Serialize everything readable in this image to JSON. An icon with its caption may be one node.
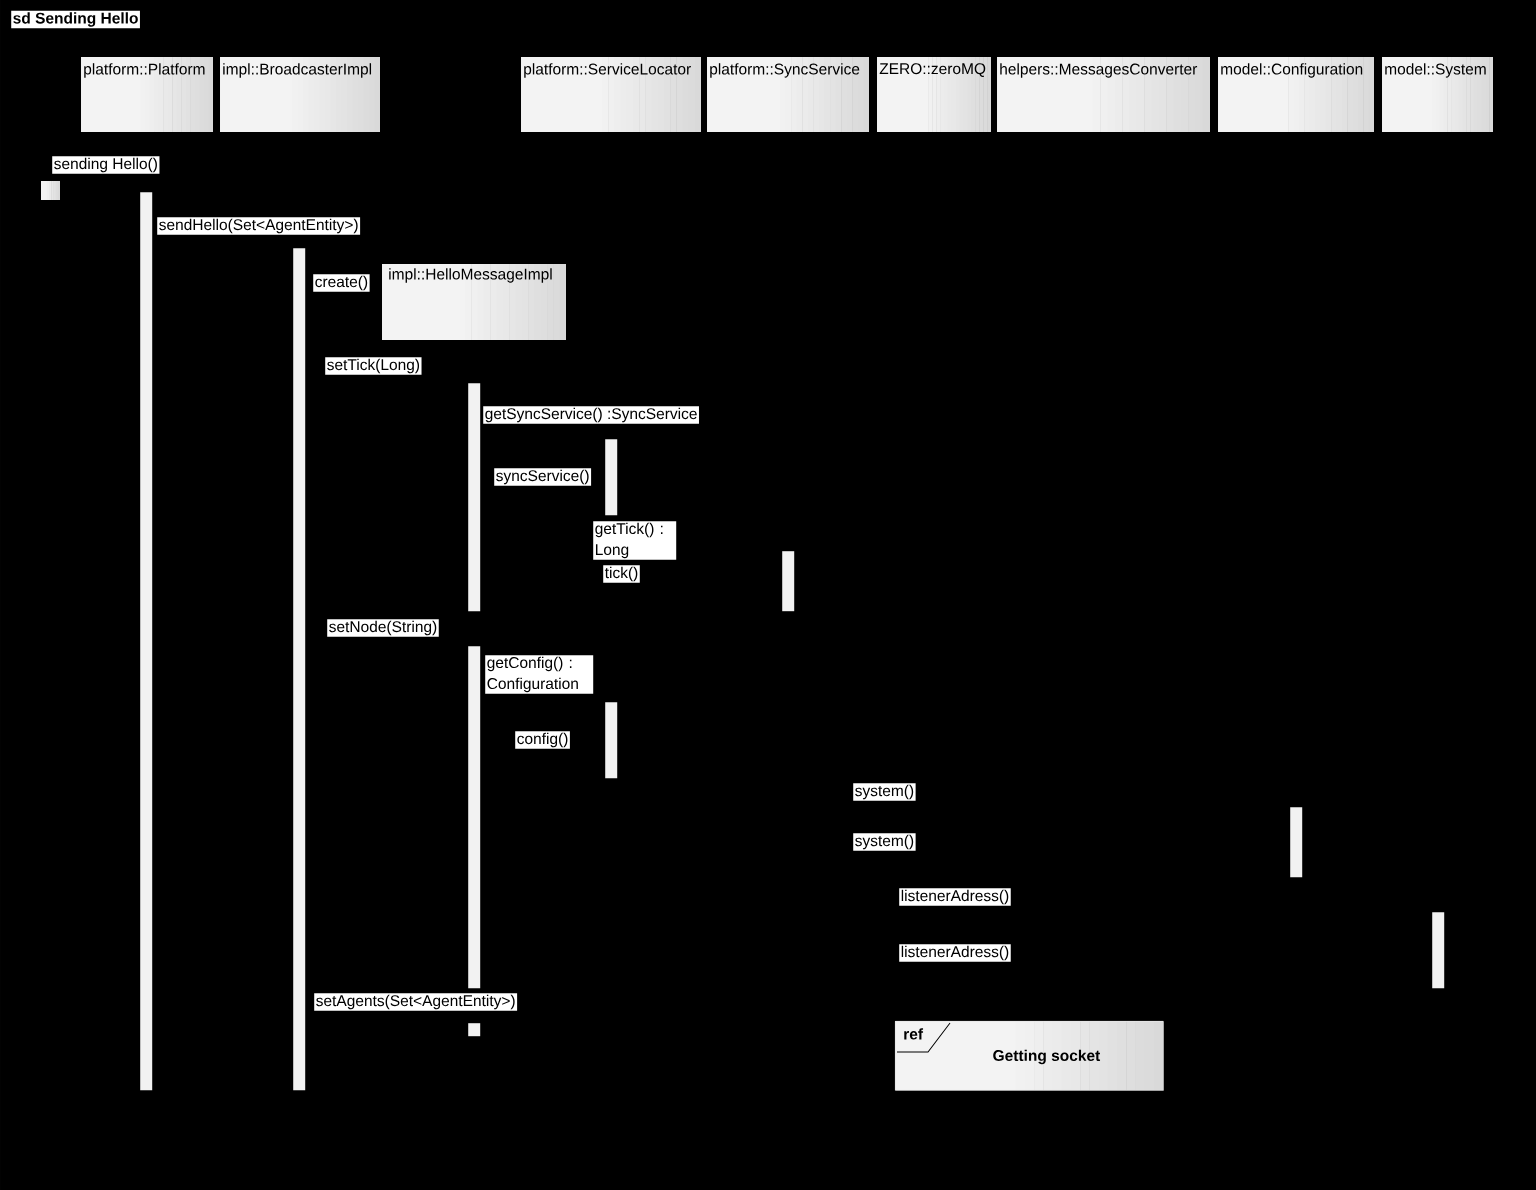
{
  "diagram": {
    "title": "sd Sending Hello",
    "nodes": [
      {
        "text": [
          "platform::Platform"
        ]
      },
      {
        "text": [
          "impl::BroadcasterImpl"
        ]
      },
      {
        "text": [
          "platform::ServiceLocator"
        ]
      },
      {
        "text": [
          "platform::SyncService"
        ]
      },
      {
        "text": [
          "ZERO::zeroMQ"
        ]
      },
      {
        "text": [
          "helpers::MessagesConverter"
        ]
      },
      {
        "text": [
          "model::Configuration"
        ]
      },
      {
        "text": [
          "model::System"
        ]
      },
      {
        "text": [],
        "shape": "box"
      },
      {
        "text": [],
        "shape": "bar"
      },
      {
        "text": [],
        "shape": "bar"
      },
      {
        "text": [
          "impl::HelloMessageImpl"
        ]
      },
      {
        "text": [],
        "shape": "bar"
      },
      {
        "text": [],
        "shape": "bar"
      },
      {
        "text": [],
        "shape": "bar"
      },
      {
        "text": [],
        "shape": "bar"
      },
      {
        "text": [],
        "shape": "bar"
      },
      {
        "text": [],
        "shape": "bar"
      },
      {
        "text": [],
        "shape": "bar"
      },
      {
        "text": [],
        "shape": "bar"
      },
      {
        "text": [
          "ref",
          "Getting socket"
        ]
      }
    ],
    "labels": [
      "sending Hello()",
      "sendHello(Set<AgentEntity>)",
      "create()",
      "setTick(Long)",
      "getSyncService() :SyncService",
      "syncService()",
      "getTick() : Long",
      "tick()",
      "setNode(String)",
      "getConfig() : Configuration",
      "config()",
      "system()",
      "system()",
      "listenerAdress()",
      "listenerAdress()",
      "setAgents(Set<AgentEntity>)"
    ]
  }
}
